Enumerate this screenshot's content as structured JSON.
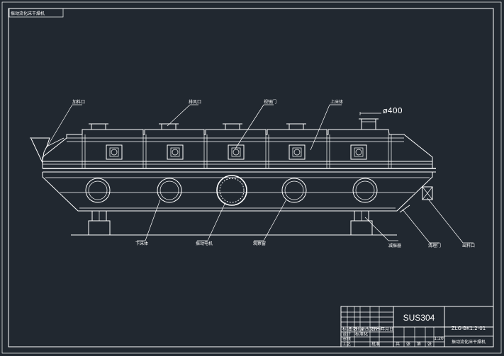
{
  "drawing": {
    "corner_tag": "振动流化床干燥机",
    "labels": {
      "feed_port": "加料口",
      "exhaust_port": "排风口",
      "inspection_door": "视镜门",
      "upper_body": "上床体",
      "lower_body": "下床体",
      "vibration_motor": "振动电机",
      "sight_window": "观察窗",
      "damping_spring": "减振器",
      "clean_door": "清理门",
      "discharge_port": "出料口"
    },
    "dimension": "ø400"
  },
  "title_block": {
    "material": "SUS304",
    "drawing_no": "ZLG-BK1.2-01",
    "drawing_name": "振动流化床干燥机",
    "scale": "1:20",
    "row_labels": [
      "标记",
      "处数",
      "分区",
      "更改文件号",
      "签名",
      "年月日"
    ],
    "sign_labels": [
      "设计",
      "标准化",
      "审核",
      "工艺",
      "批准"
    ],
    "footer_labels": [
      "共",
      "张",
      "第",
      "张"
    ]
  },
  "colors": {
    "background": "#212830",
    "lines": "#ffffff"
  }
}
